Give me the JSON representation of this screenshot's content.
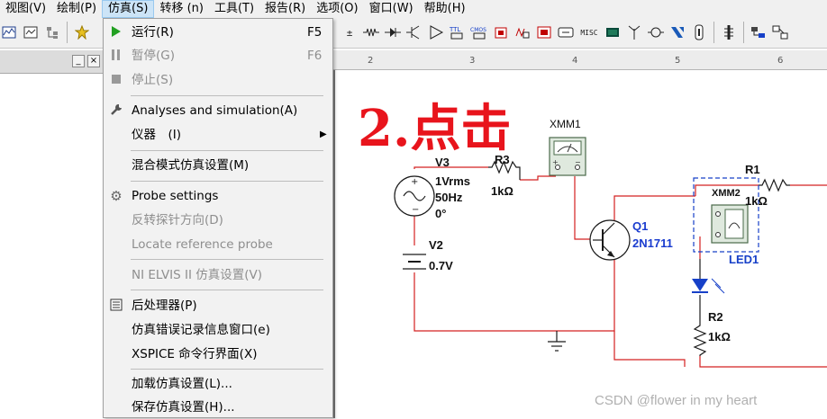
{
  "menubar": {
    "items": [
      "视图(V)",
      "绘制(P)",
      "仿真(S)",
      "转移 (n)",
      "工具(T)",
      "报告(R)",
      "选项(O)",
      "窗口(W)",
      "帮助(H)"
    ],
    "active_index": 2
  },
  "panel": {
    "minimize": "_",
    "close": "×"
  },
  "toolbar_right": {
    "misc_label": "MISC"
  },
  "ruler": {
    "ticks": [
      "2",
      "3",
      "4",
      "5",
      "6"
    ]
  },
  "sim_menu": {
    "run": {
      "label": "运行(R)",
      "shortcut": "F5"
    },
    "pause": {
      "label": "暂停(G)",
      "shortcut": "F6"
    },
    "stop": {
      "label": "停止(S)"
    },
    "analyses": {
      "label": "Analyses and simulation(A)"
    },
    "instruments": {
      "label": "仪器　(I)"
    },
    "mixed_mode": {
      "label": "混合模式仿真设置(M)"
    },
    "probe_settings": {
      "label": "Probe settings"
    },
    "reverse_probe": {
      "label": "反转探针方向(D)"
    },
    "locate_probe": {
      "label": "Locate reference probe"
    },
    "ni_elvis": {
      "label": "NI ELVIS II 仿真设置(V)"
    },
    "postprocessor": {
      "label": "后处理器(P)"
    },
    "error_log": {
      "label": "仿真错误记录信息窗口(e)"
    },
    "xspice": {
      "label": "XSPICE 命令行界面(X)"
    },
    "load_settings": {
      "label": "加载仿真设置(L)..."
    },
    "save_settings": {
      "label": "保存仿真设置(H)..."
    }
  },
  "schematic": {
    "xmm1": "XMM1",
    "xmm2": "XMM2",
    "v3": {
      "name": "V3",
      "line1": "1Vrms",
      "line2": "50Hz",
      "line3": "0°"
    },
    "v2": {
      "name": "V2",
      "value": "0.7V"
    },
    "r3": {
      "name": "R3",
      "value": "1kΩ"
    },
    "r1": {
      "name": "R1",
      "value": "1kΩ"
    },
    "r2": {
      "name": "R2",
      "value": "1kΩ"
    },
    "q1": {
      "name": "Q1",
      "model": "2N1711"
    },
    "led1": "LED1"
  },
  "annotation": {
    "text": "2.点击"
  },
  "watermark": "CSDN @flower in my heart",
  "colors": {
    "wire": "#d42020",
    "component": "#1a1a1a",
    "label_blue": "#1a3ccf",
    "highlight": "#cce4f7",
    "annotation": "#e8141c"
  }
}
